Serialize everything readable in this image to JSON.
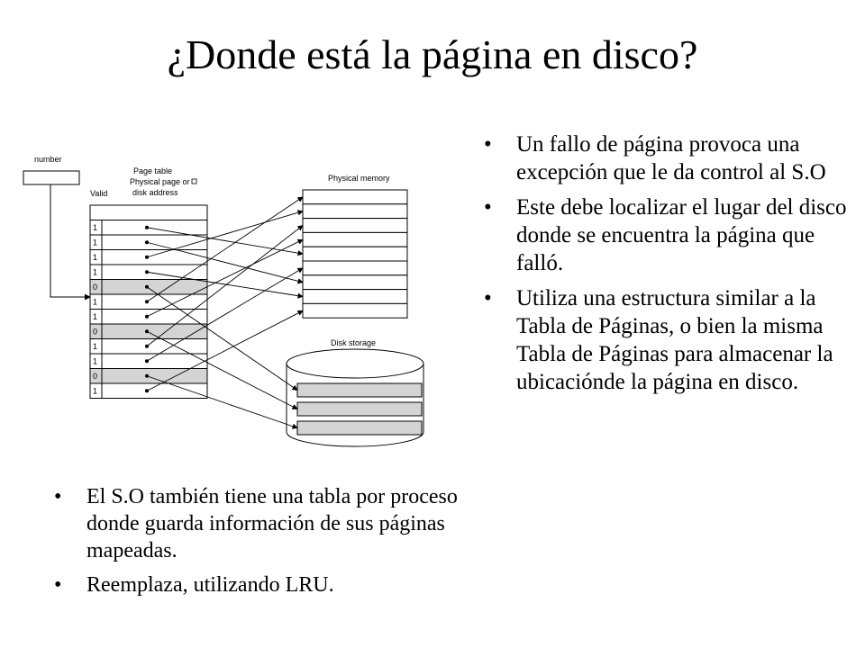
{
  "title": "¿Donde está la página en disco?",
  "right_bullets": [
    "Un fallo de página provoca una excepción que le da control al S.O",
    "Este debe localizar el lugar del disco donde se encuentra la página que falló.",
    "Utiliza una estructura similar a la Tabla de Páginas, o bien la misma Tabla de Páginas para almacenar la ubicaciónde la página en disco."
  ],
  "left_bullets": [
    "El S.O también tiene una tabla por proceso donde guarda información de sus páginas mapeadas.",
    "Reemplaza, utilizando LRU."
  ],
  "bullet_glyph": "•",
  "diagram": {
    "virtual_page_label": "number",
    "page_table_label": "Page table",
    "physical_page_label": "Physical page or",
    "disk_address_label": "disk address",
    "valid_label": "Valid",
    "physical_memory_label": "Physical memory",
    "disk_storage_label": "Disk storage",
    "valid_bits": [
      "1",
      "1",
      "1",
      "1",
      "0",
      "1",
      "1",
      "0",
      "1",
      "1",
      "0",
      "1"
    ],
    "invalid_fill": "#d4d4d4",
    "disk_fill": "#d4d4d4"
  }
}
